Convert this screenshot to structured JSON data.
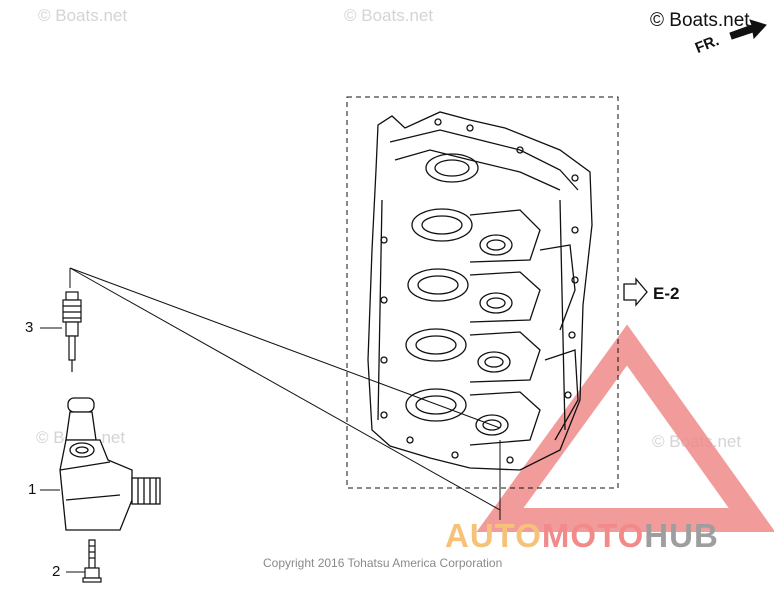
{
  "watermarks": {
    "text": "Boats.net",
    "corner": "© Boats.net"
  },
  "callouts": {
    "part_1": "1",
    "part_2": "2",
    "part_3": "3"
  },
  "reference": {
    "label": "E-2"
  },
  "direction": {
    "label": "FR."
  },
  "footer": {
    "copyright": "Copyright 2016 Tohatsu America Corporation"
  },
  "brand": {
    "part1": "AUTO",
    "part2": "MOTO",
    "part3": "HUB"
  },
  "colors": {
    "line": "#111111",
    "watermark": "#d4d4d4",
    "logo_red": "#f08a8a",
    "logo_orange": "#f6c27a",
    "logo_gray": "#9e9e9e"
  }
}
